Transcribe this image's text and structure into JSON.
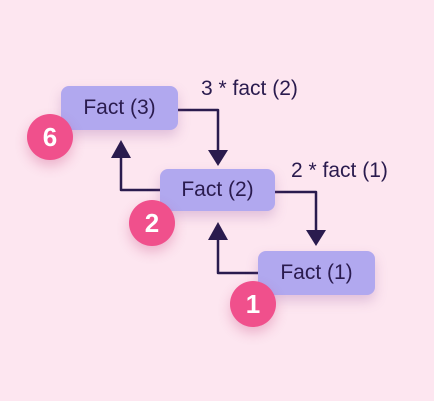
{
  "nodes": [
    {
      "label": "Fact (3)"
    },
    {
      "label": "Fact (2)"
    },
    {
      "label": "Fact (1)"
    }
  ],
  "calls": [
    {
      "label": "3 * fact (2)"
    },
    {
      "label": "2 * fact (1)"
    }
  ],
  "results": [
    "6",
    "2",
    "1"
  ],
  "colors": {
    "background": "#fde6f0",
    "node_fill": "#b1a8ef",
    "text": "#2a1b4e",
    "connector": "#2a1b4e",
    "badge": "#f0508c"
  }
}
